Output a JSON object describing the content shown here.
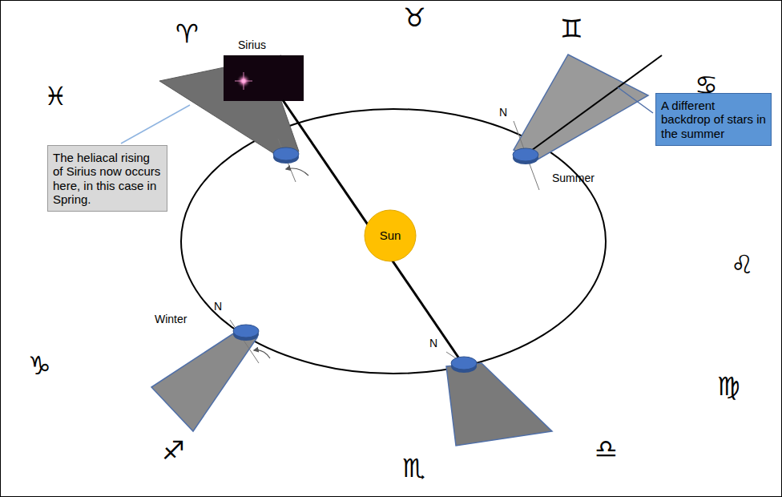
{
  "diagram": {
    "nodes": [
      {
        "text": [
          "The heliacal rising of Sirius now occurs here, in this case in Spring."
        ]
      },
      {
        "text": [
          "A different backdrop of stars in the summer"
        ]
      },
      {
        "text": [
          "Sun"
        ]
      }
    ],
    "labels": [
      "♓",
      "♈",
      "♉",
      "♊",
      "♋",
      "♌",
      "♍",
      "♎",
      "♏",
      "♐",
      "♑",
      "Sirius",
      "N",
      "Summer",
      "Winter",
      "N",
      "N"
    ]
  }
}
